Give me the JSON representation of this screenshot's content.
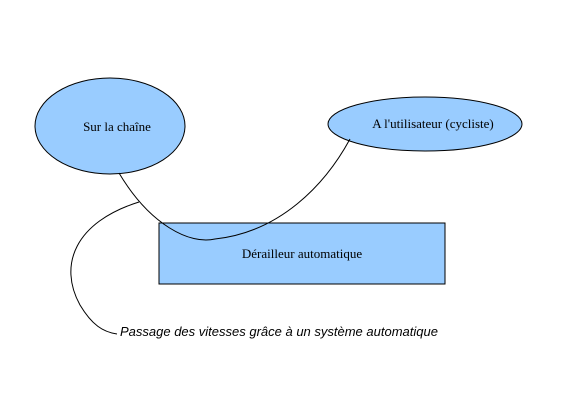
{
  "diagram": {
    "nodes": {
      "chain": {
        "label": "Sur la chaîne",
        "shape": "ellipse",
        "fill": "#99ccff"
      },
      "user": {
        "label": "A l'utilisateur (cycliste)",
        "shape": "ellipse",
        "fill": "#99ccff"
      },
      "derailleur": {
        "label": "Dérailleur automatique",
        "shape": "rectangle",
        "fill": "#99ccff"
      }
    },
    "caption": "Passage des vitesses grâce à un système automatique",
    "colors": {
      "node_fill": "#99ccff",
      "stroke": "#000000",
      "background": "#ffffff"
    },
    "edges": [
      {
        "from": "chain",
        "to": "user",
        "style": "curve"
      },
      {
        "from": "caption",
        "to": "diagram",
        "style": "curve"
      }
    ]
  }
}
